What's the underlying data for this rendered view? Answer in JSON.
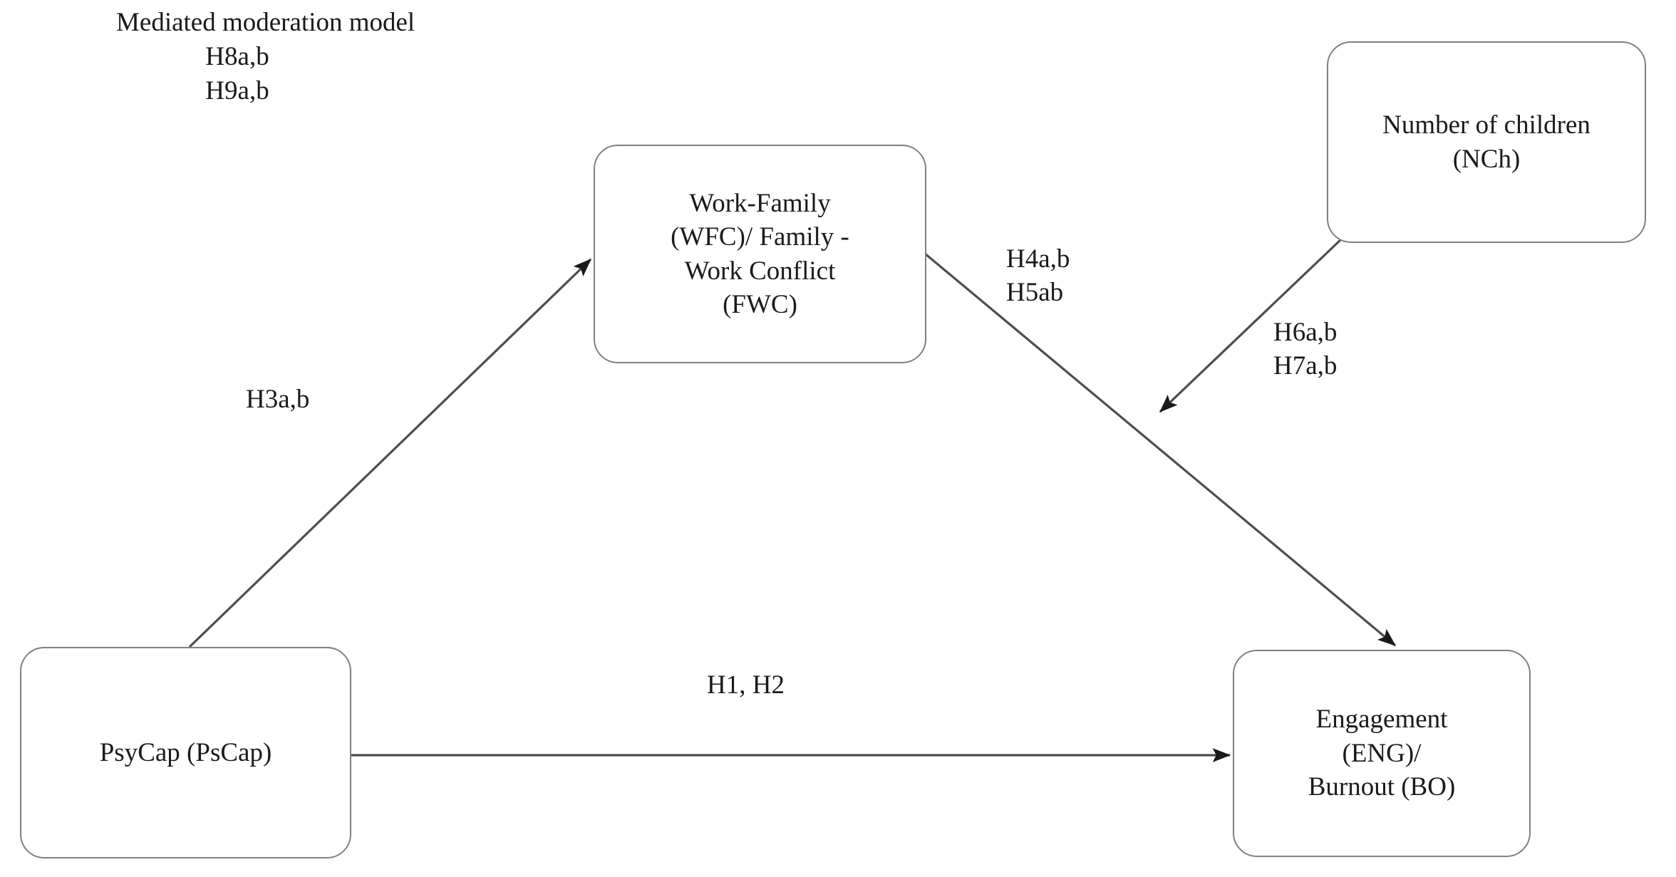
{
  "diagram": {
    "caption": {
      "title": "Mediated moderation model",
      "hypotheses_line1": "H8a,b",
      "hypotheses_line2": "H9a,b"
    },
    "nodes": {
      "wfc": {
        "label": "Work-Family\n(WFC)/ Family -\nWork Conflict\n(FWC)"
      },
      "nch": {
        "label": "Number of children\n(NCh)"
      },
      "pscap": {
        "label": "PsyCap (PsCap)"
      },
      "engbo": {
        "label": "Engagement\n(ENG)/\nBurnout (BO)"
      }
    },
    "edge_labels": {
      "pscap_to_wfc": "H3a,b",
      "wfc_to_engbo": "H4a,b\nH5ab",
      "nch_moderation": "H6a,b\nH7a,b",
      "pscap_to_engbo": "H1, H2"
    },
    "colors": {
      "background": "#ffffff",
      "node_border": "#808080",
      "edge_stroke": "#4d4d4d",
      "text": "#1a1a1a"
    }
  }
}
